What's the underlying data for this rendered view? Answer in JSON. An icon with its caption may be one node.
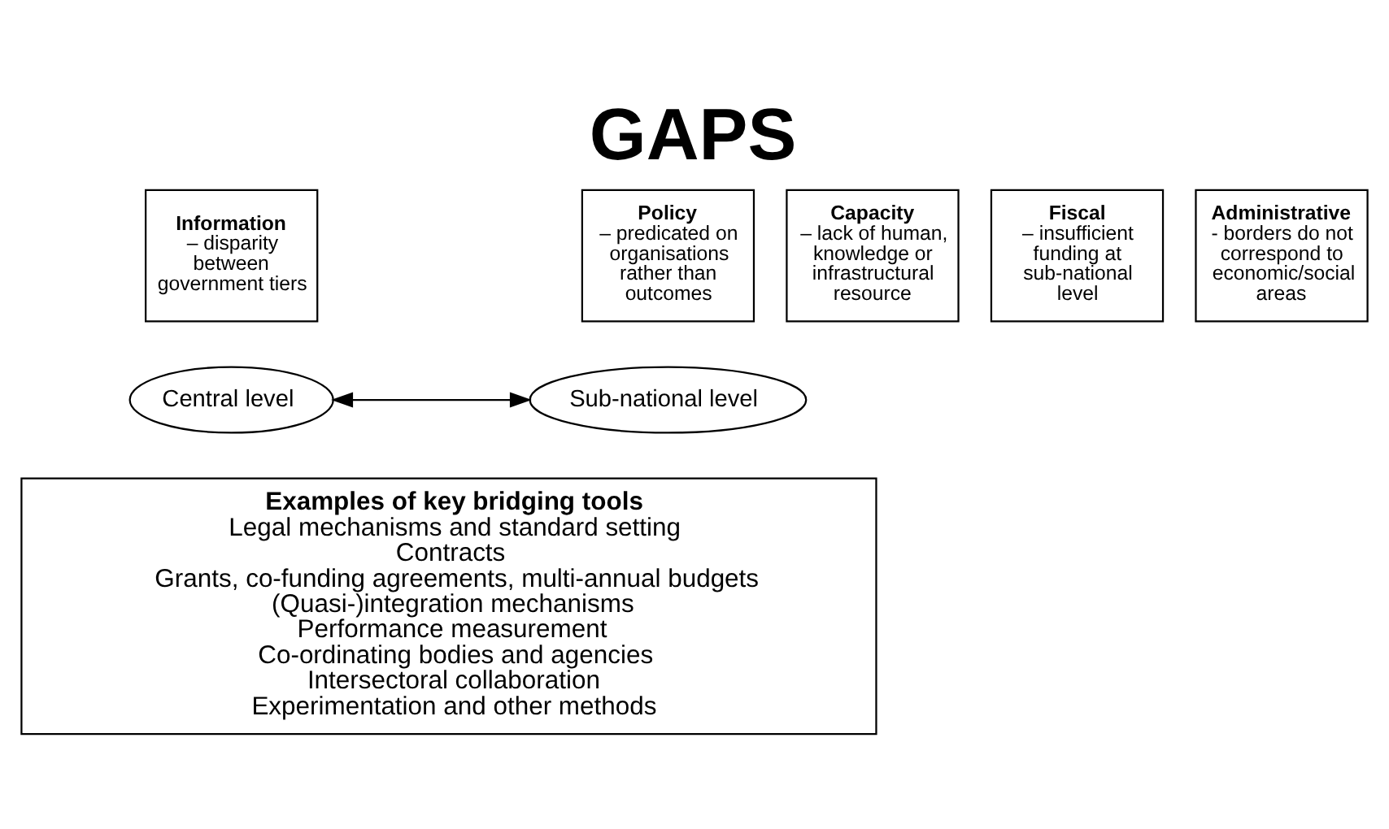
{
  "diagram": {
    "title": "GAPS",
    "nodes": [
      {
        "text": [
          "Information",
          "– disparity between government tiers"
        ]
      },
      {
        "text": [
          "Capacity",
          "– lack of human, knowledge or infrastructural resource"
        ]
      },
      {
        "text": [
          "Fiscal",
          "– insufficient funding at sub-national level"
        ]
      },
      {
        "text": [
          "Administrative",
          "- borders do not correspond to economic/social areas"
        ]
      },
      {
        "text": [
          "Policy",
          "– predicated on organisations rather than outcomes"
        ]
      },
      {
        "text": [
          "Central level"
        ]
      },
      {
        "text": [
          "Sub-national level"
        ]
      },
      {
        "text": [
          "Examples of key bridging tools",
          "Legal mechanisms and standard setting",
          "Contracts",
          "Grants, co-funding agreements, multi-annual budgets",
          "(Quasi-)integration mechanisms",
          "Performance measurement",
          "Co-ordinating bodies and agencies",
          "Intersectoral collaboration",
          "Experimentation and other methods"
        ]
      }
    ],
    "edges": [
      {
        "from": 5,
        "to": 6,
        "arrow": "both"
      }
    ]
  }
}
